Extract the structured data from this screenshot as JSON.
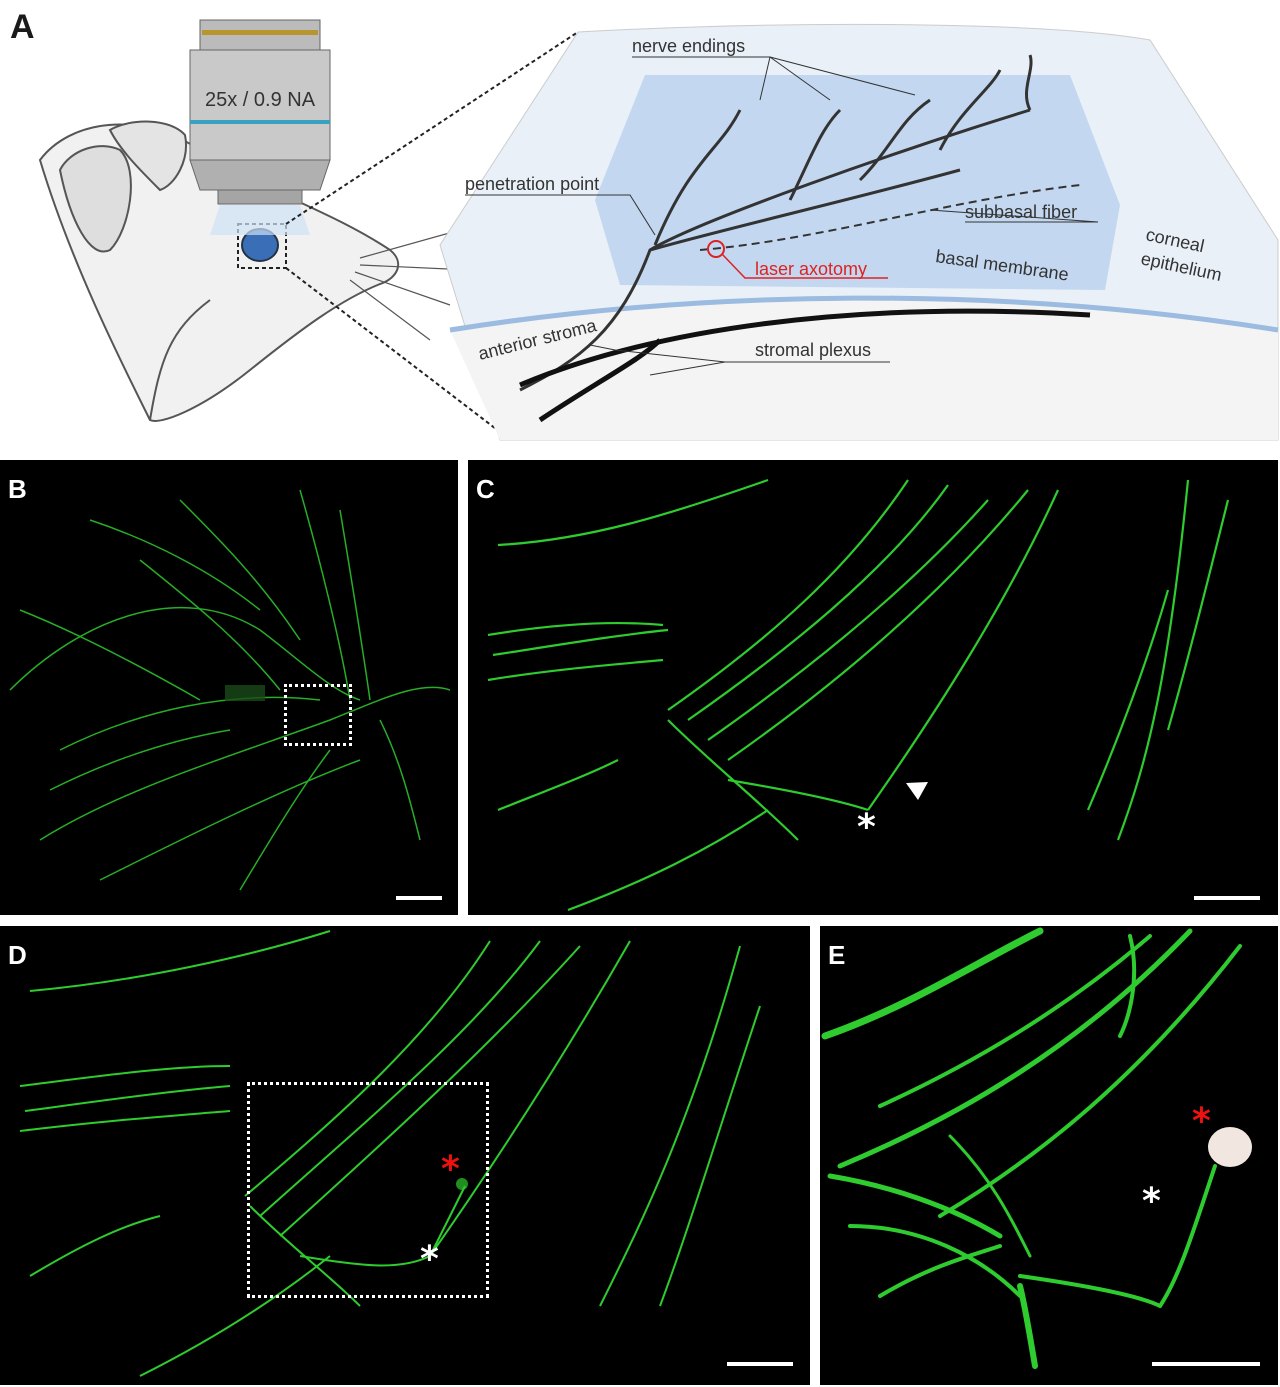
{
  "panels": {
    "A": {
      "label": "A",
      "objective": "25x / 0.9 NA",
      "labels": {
        "nerve_endings": "nerve endings",
        "penetration_point": "penetration point",
        "subbasal_fiber": "subbasal fiber",
        "basal_membrane": "basal membrane",
        "corneal_epithelium_1": "corneal",
        "corneal_epithelium_2": "epithelium",
        "laser_axotomy": "laser axotomy",
        "anterior_stroma": "anterior stroma",
        "stromal_plexus": "stromal plexus"
      }
    },
    "B": {
      "label": "B"
    },
    "C": {
      "label": "C",
      "star": "*"
    },
    "D": {
      "label": "D",
      "star_white": "*",
      "star_red": "*"
    },
    "E": {
      "label": "E",
      "star_white": "*",
      "star_red": "*"
    }
  },
  "colors": {
    "nerve_green": "#2ecc2e",
    "background": "#000000",
    "axotomy_red": "#dd2222",
    "cornea_blue": "#cfe0f2"
  }
}
